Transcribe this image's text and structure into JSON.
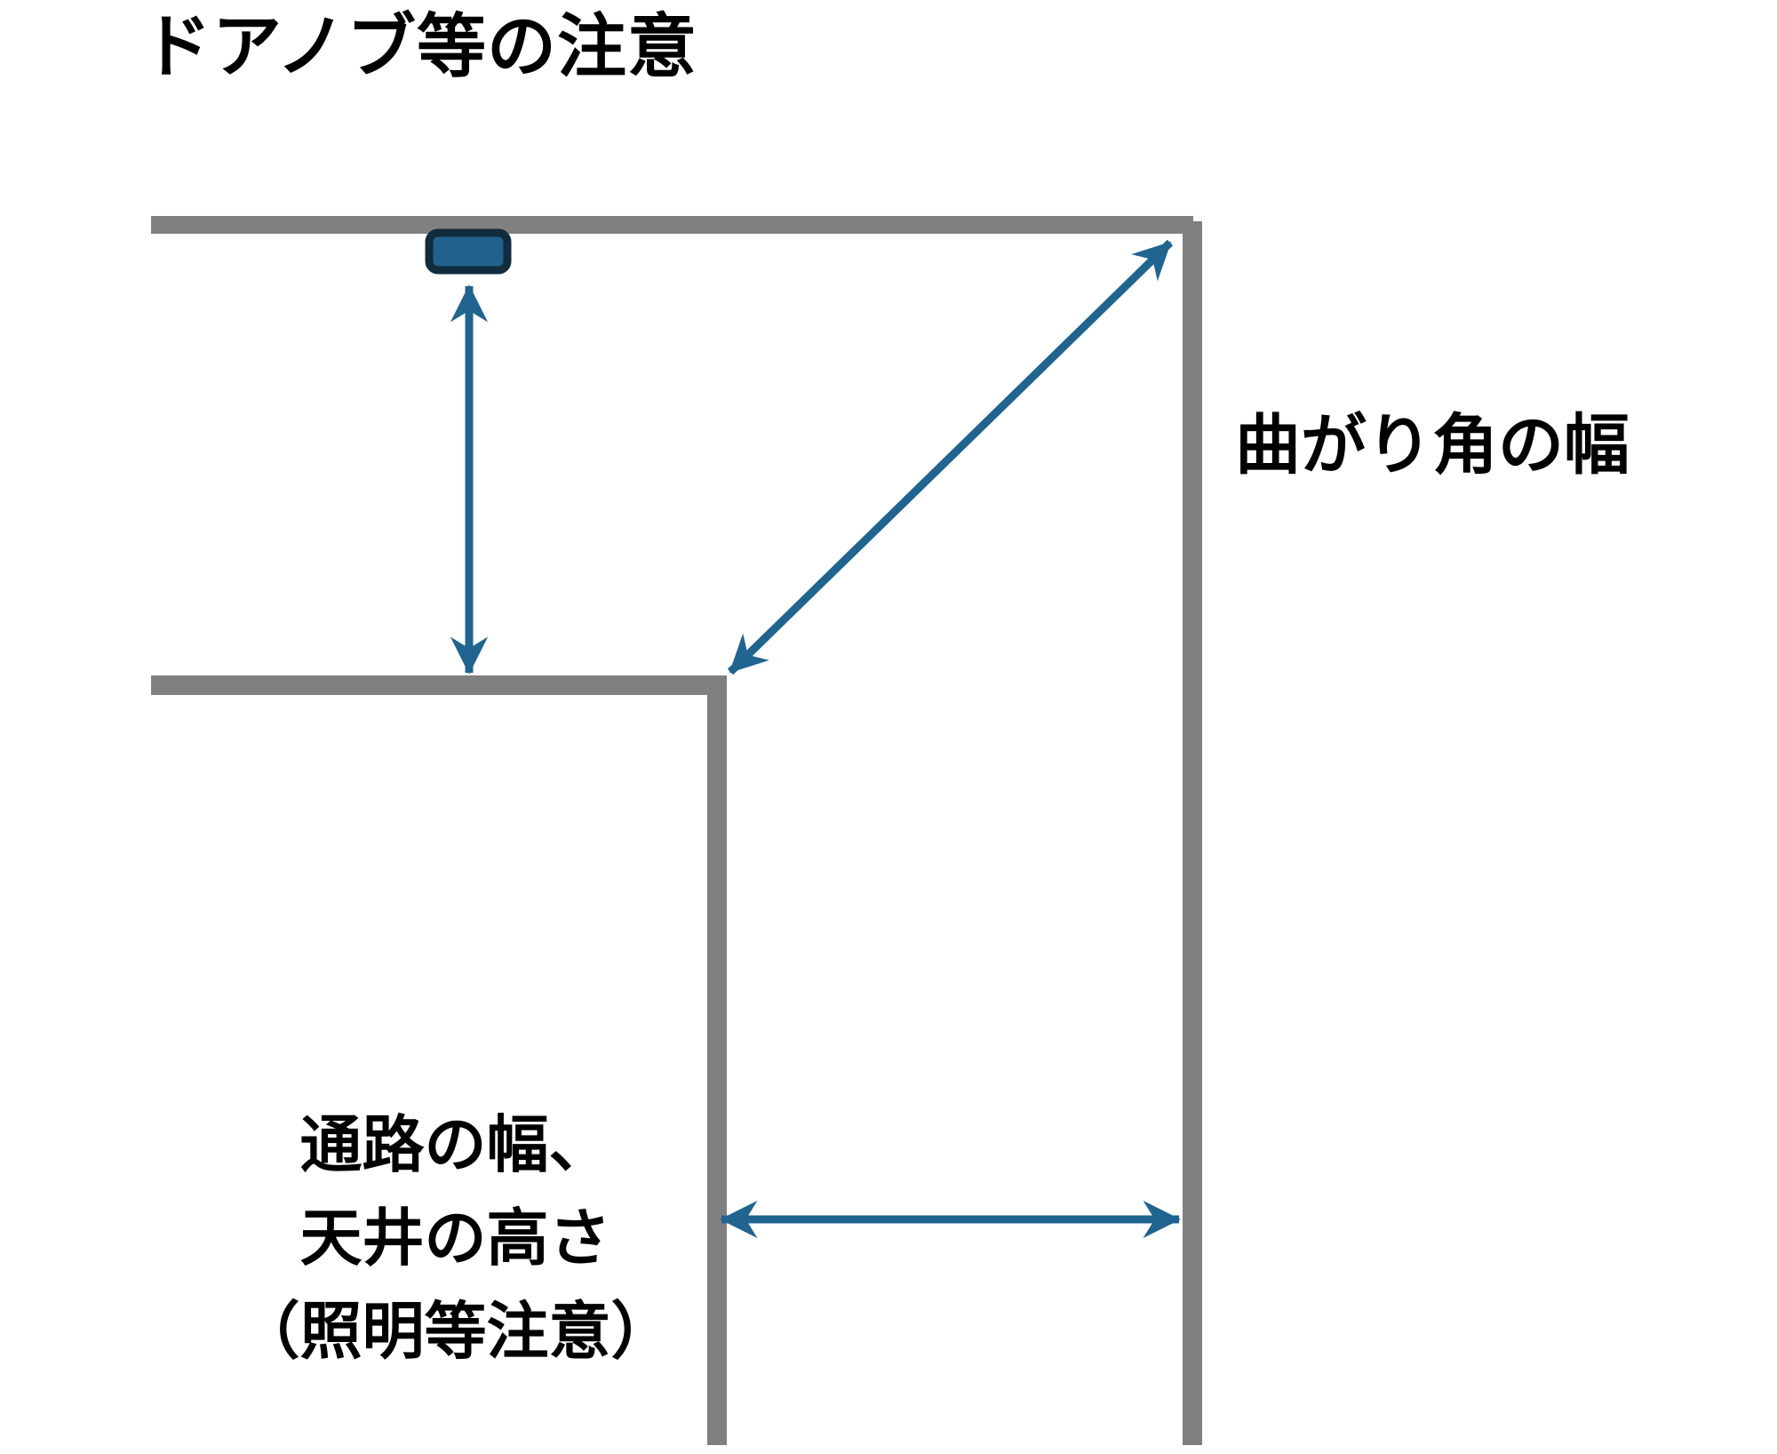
{
  "title": "ドアノブ等の注意",
  "labels": {
    "corner_width": "曲がり角の幅",
    "passage": {
      "line1": "通路の幅、",
      "line2": "天井の高さ",
      "line3": "（照明等注意）"
    }
  },
  "icons": {
    "doorknob": "doorknob-plate",
    "arrows": "double-headed-measurement-arrows"
  },
  "colors": {
    "background": "#FFFFFF",
    "wall": "#808080",
    "arrow": "#20648F",
    "knob_fill": "#21618C",
    "knob_border": "#102C3D",
    "text": "#000000"
  }
}
